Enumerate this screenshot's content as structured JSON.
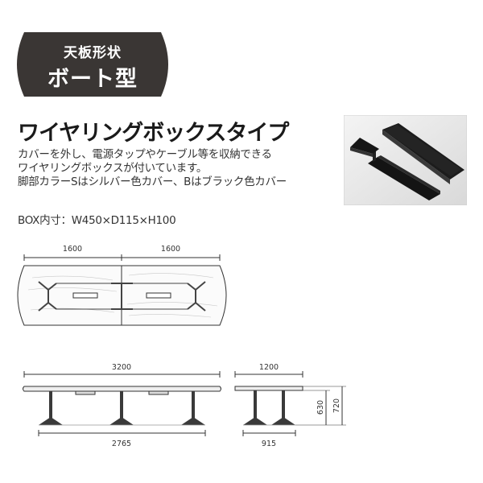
{
  "badge": {
    "subtitle": "天板形状",
    "title": "ボート型",
    "bg_color": "#3a3634"
  },
  "heading": "ワイヤリングボックスタイプ",
  "description": [
    "カバーを外し、電源タップやケーブル等を収納できる",
    "ワイヤリングボックスが付いています。",
    "脚部カラーSはシルバー色カバー、Bはブラック色カバー"
  ],
  "box_size": "BOX内寸：W450×D115×H100",
  "dimensions": {
    "top_left_width": "1600",
    "top_right_width": "1600",
    "front_total_width": "3200",
    "front_leg_span": "2765",
    "side_depth": "1200",
    "side_leg_span": "915",
    "inner_height": "630",
    "total_height": "720"
  }
}
